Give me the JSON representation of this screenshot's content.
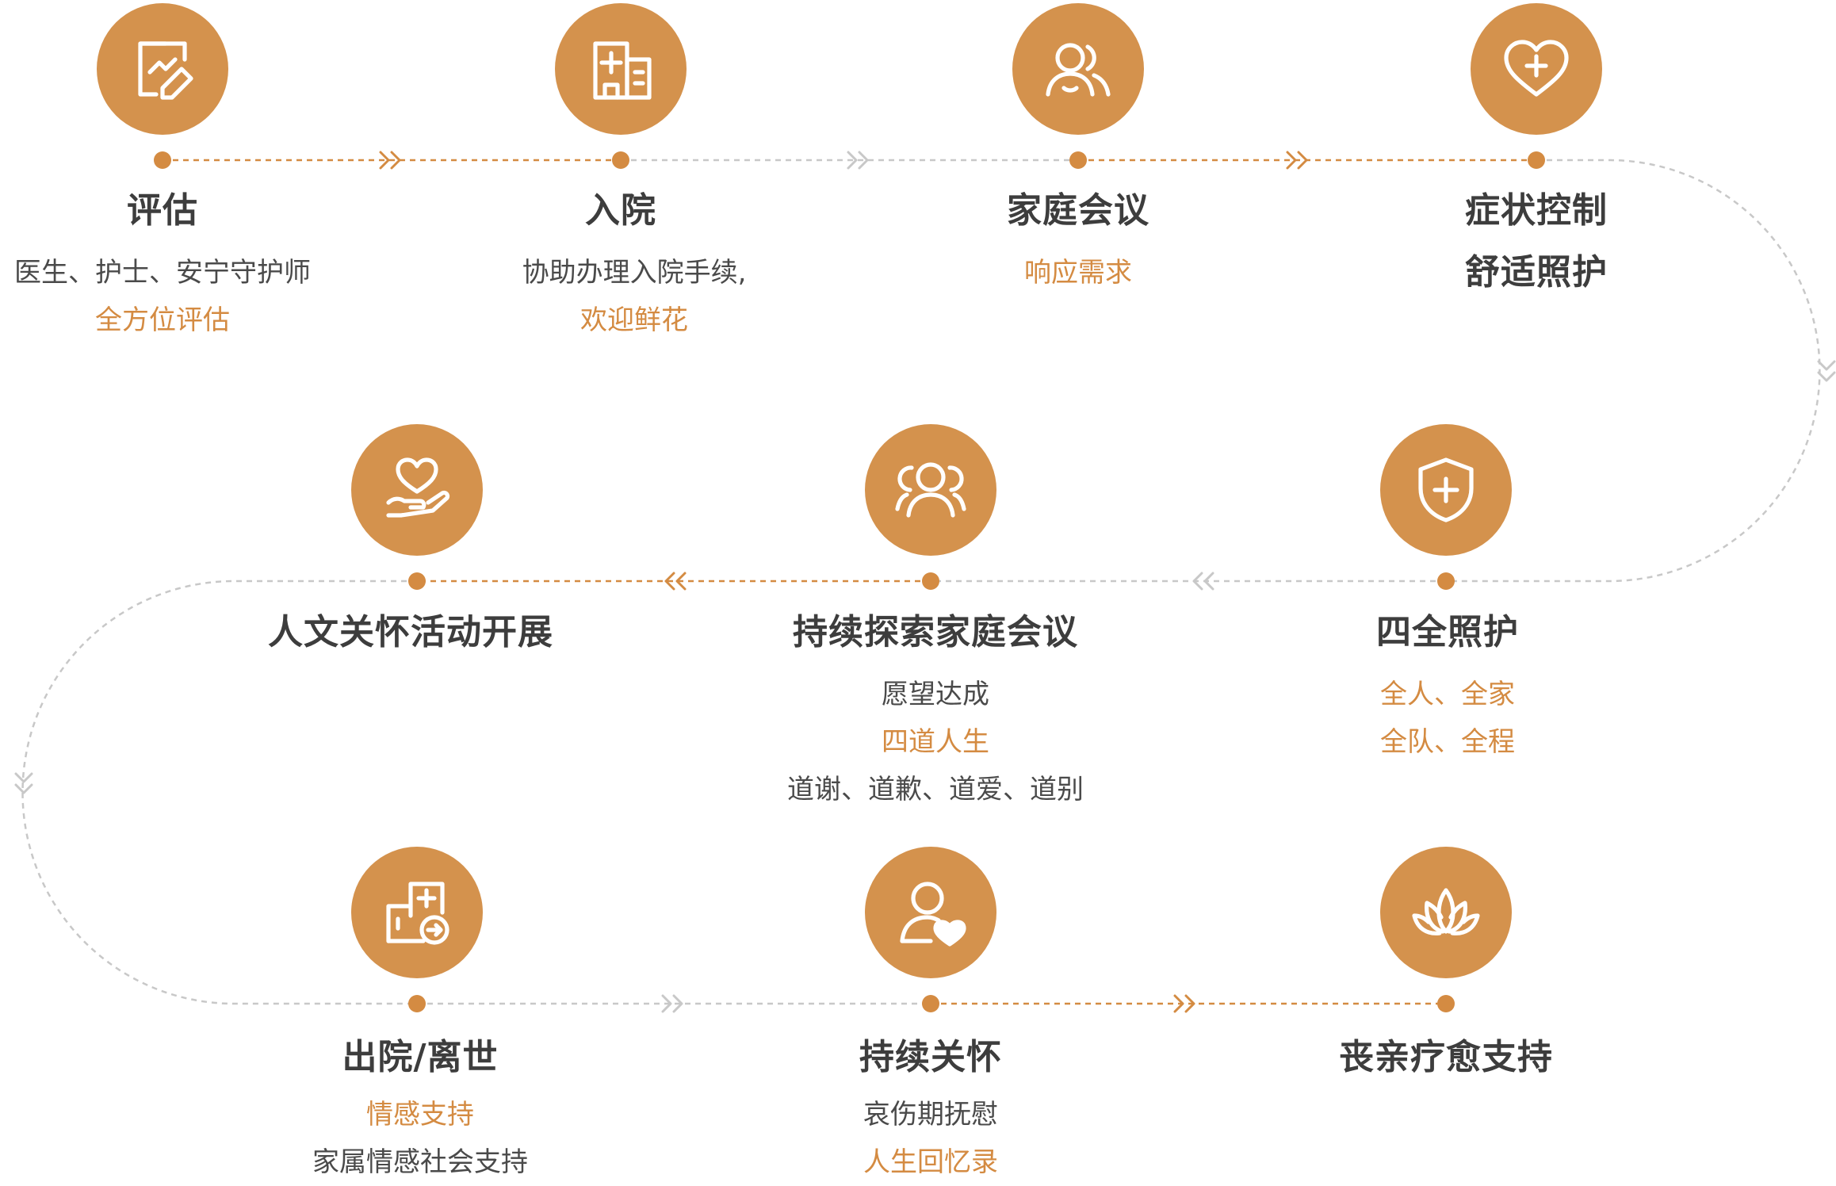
{
  "colors": {
    "accent": "#d4924d",
    "text_accent": "#d48b42",
    "title": "#3d3d3d",
    "text": "#4a4a4a",
    "connector_gray": "#c8c8c8"
  },
  "steps": [
    {
      "icon": "document-edit-icon",
      "title": "评估",
      "lines": [
        {
          "text": "医生、护士、安宁守护师",
          "tone": "dark"
        },
        {
          "text": "全方位评估",
          "tone": "orange"
        }
      ]
    },
    {
      "icon": "hospital-building-icon",
      "title": "入院",
      "lines": [
        {
          "text": "协助办理入院手续,",
          "tone": "dark"
        },
        {
          "text": "欢迎鲜花",
          "tone": "orange"
        }
      ]
    },
    {
      "icon": "two-people-icon",
      "title": "家庭会议",
      "lines": [
        {
          "text": "响应需求",
          "tone": "orange"
        }
      ]
    },
    {
      "icon": "heart-plus-icon",
      "title": "症状控制",
      "lines": [
        {
          "text": "舒适照护",
          "tone": "title"
        }
      ]
    },
    {
      "icon": "shield-plus-icon",
      "title": "四全照护",
      "lines": [
        {
          "text": "全人、全家",
          "tone": "orange"
        },
        {
          "text": "全队、全程",
          "tone": "orange"
        }
      ]
    },
    {
      "icon": "group-people-icon",
      "title": "持续探索家庭会议",
      "lines": [
        {
          "text": "愿望达成",
          "tone": "dark"
        },
        {
          "text": "四道人生",
          "tone": "orange"
        },
        {
          "text": "道谢、道歉、道爱、道别",
          "tone": "dark"
        }
      ]
    },
    {
      "icon": "hand-heart-icon",
      "title": "人文关怀活动开展",
      "lines": []
    },
    {
      "icon": "discharge-icon",
      "title": "出院/离世",
      "lines": [
        {
          "text": "情感支持",
          "tone": "orange"
        },
        {
          "text": "家属情感社会支持",
          "tone": "dark"
        }
      ]
    },
    {
      "icon": "person-heart-icon",
      "title": "持续关怀",
      "lines": [
        {
          "text": "哀伤期抚慰",
          "tone": "dark"
        },
        {
          "text": "人生回忆录",
          "tone": "orange"
        }
      ]
    },
    {
      "icon": "lotus-icon",
      "title": "丧亲疗愈支持",
      "lines": []
    }
  ]
}
